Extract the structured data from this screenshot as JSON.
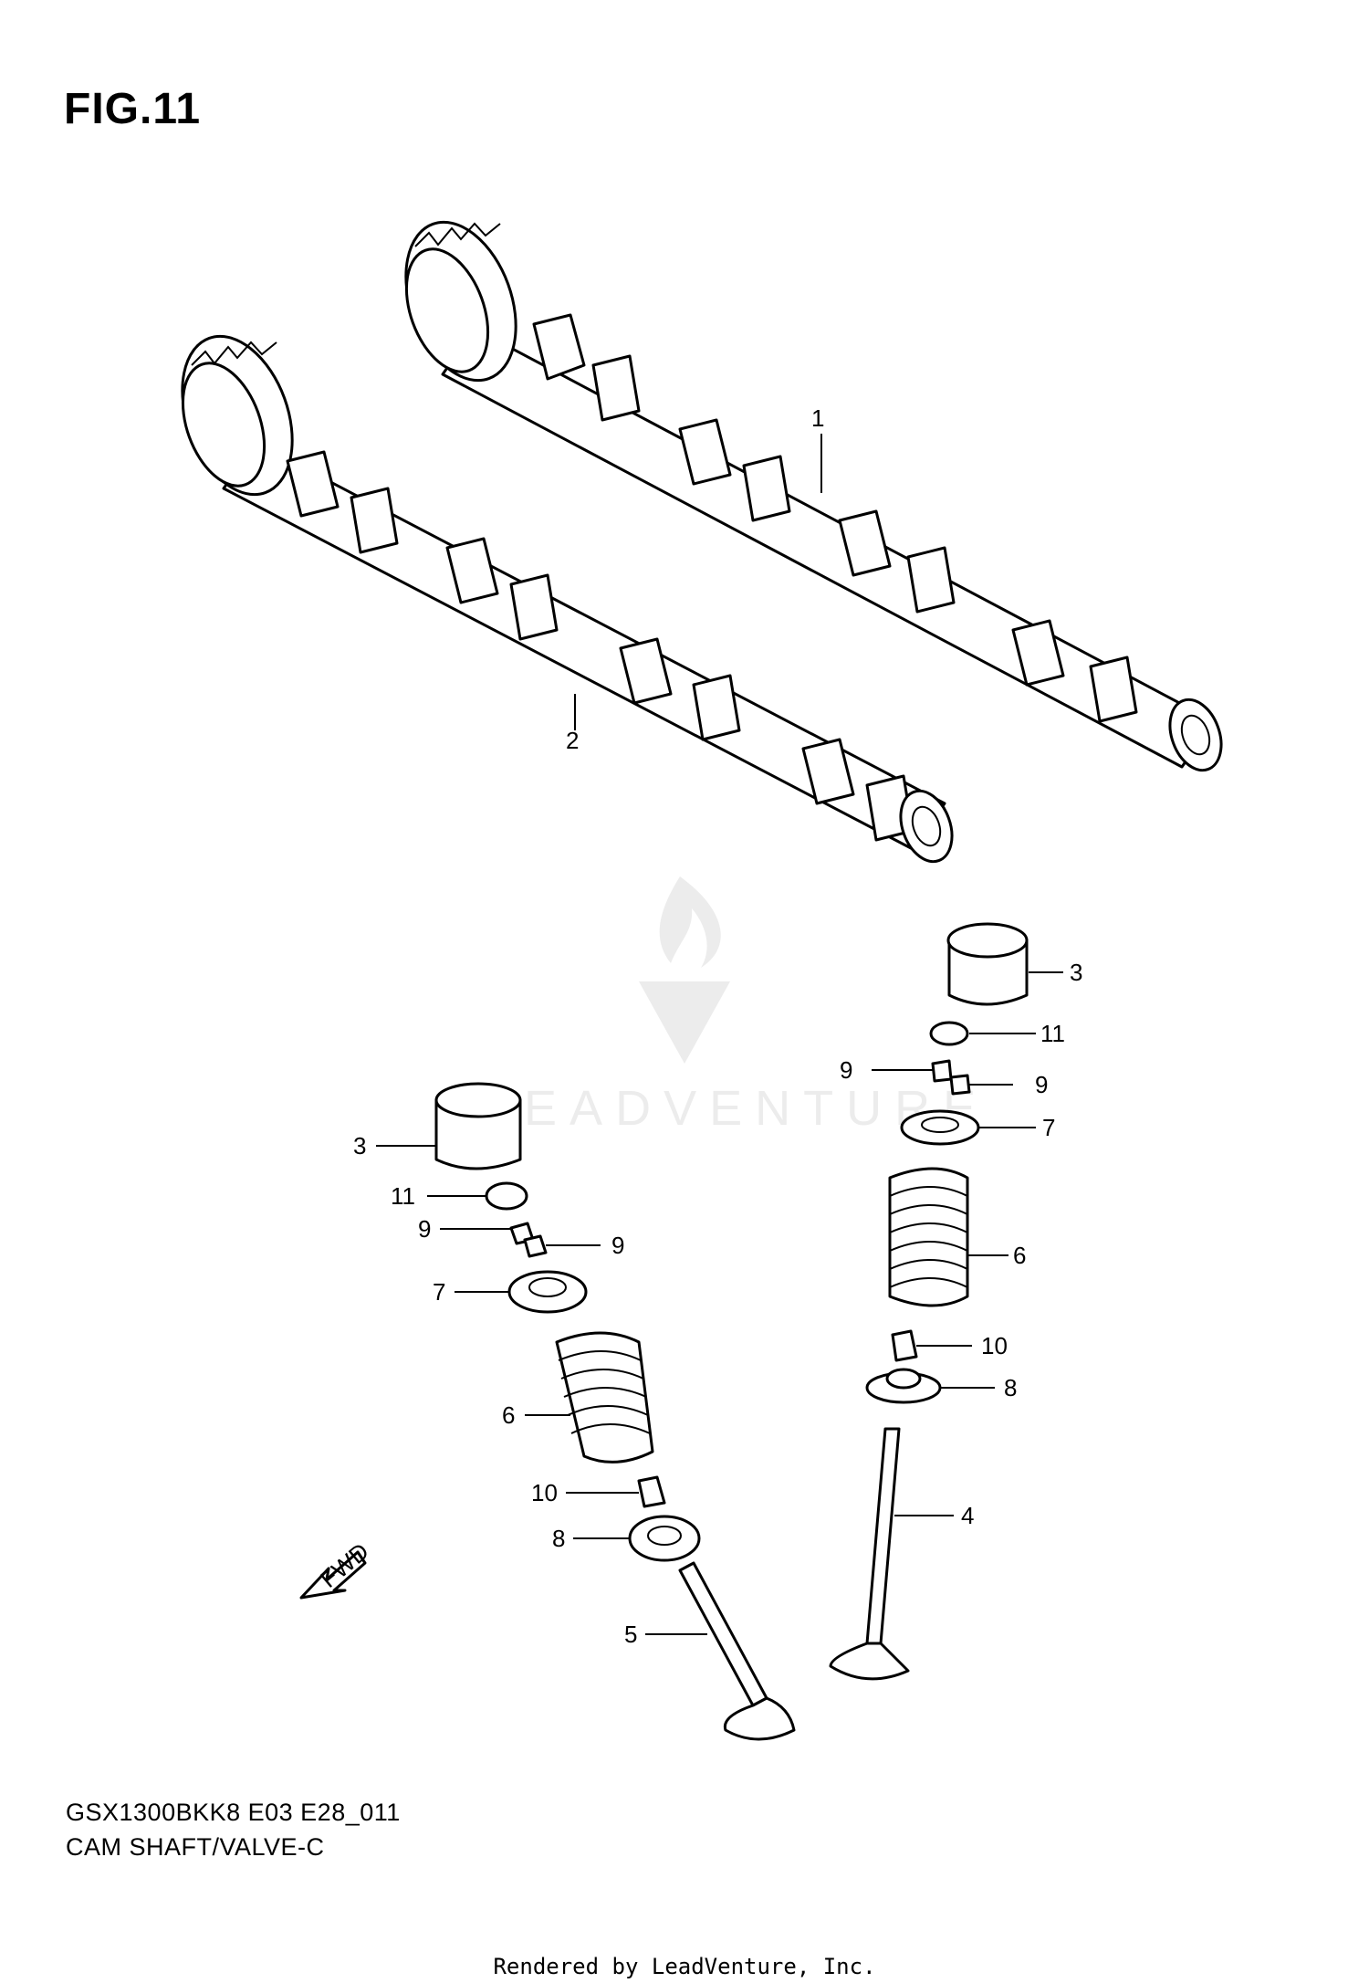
{
  "figure": {
    "title": "FIG.11",
    "model_code": "GSX1300BKK8 E03 E28_011",
    "section_name": "CAM SHAFT/VALVE-C",
    "rendered_by": "Rendered by LeadVenture, Inc.",
    "watermark": "LEADVENTURE",
    "fwd_label": "FWD"
  },
  "callouts": {
    "c1": "1",
    "c2": "2",
    "c3a": "3",
    "c3b": "3",
    "c11a": "11",
    "c11b": "11",
    "c9a": "9",
    "c9b": "9",
    "c9c": "9",
    "c9d": "9",
    "c7a": "7",
    "c7b": "7",
    "c6a": "6",
    "c6b": "6",
    "c10a": "10",
    "c10b": "10",
    "c8a": "8",
    "c8b": "8",
    "c4": "4",
    "c5": "5"
  },
  "colors": {
    "line": "#000000",
    "background": "#ffffff",
    "watermark": "#e6e6e6"
  }
}
